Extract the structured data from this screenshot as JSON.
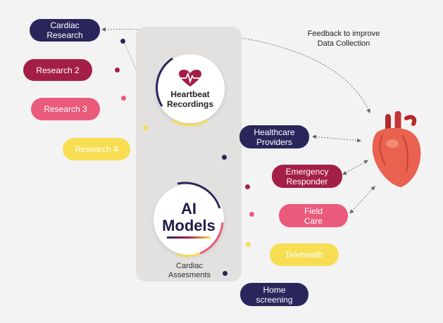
{
  "left_items": [
    {
      "label": "Cardiac Research",
      "color": "#29265c"
    },
    {
      "label": "Research 2",
      "color": "#a41f45"
    },
    {
      "label": "Research 3",
      "color": "#ea5a7a"
    },
    {
      "label": "Research 4",
      "color": "#f7dd52"
    }
  ],
  "center": {
    "heartbeat_label": "Heartbeat Recordings",
    "ai_label": "AI Models",
    "caption": "Cardiac Assesments"
  },
  "right_items": [
    {
      "label": "Healthcare Providers",
      "color": "#29265c"
    },
    {
      "label": "Emergency Responder",
      "color": "#a41f45"
    },
    {
      "label": "Field Care",
      "color": "#ea5a7a"
    },
    {
      "label": "Telehealth",
      "color": "#f7dd52"
    },
    {
      "label": "Home screening",
      "color": "#29265c"
    }
  ],
  "feedback": "Feedback to improve Data Collection",
  "icons": [
    "heartbeat-icon",
    "heart-illustration"
  ],
  "colors": {
    "navy": "#29265c",
    "crimson": "#a41f45",
    "pink": "#ea5a7a",
    "yellow": "#f7dd52"
  }
}
